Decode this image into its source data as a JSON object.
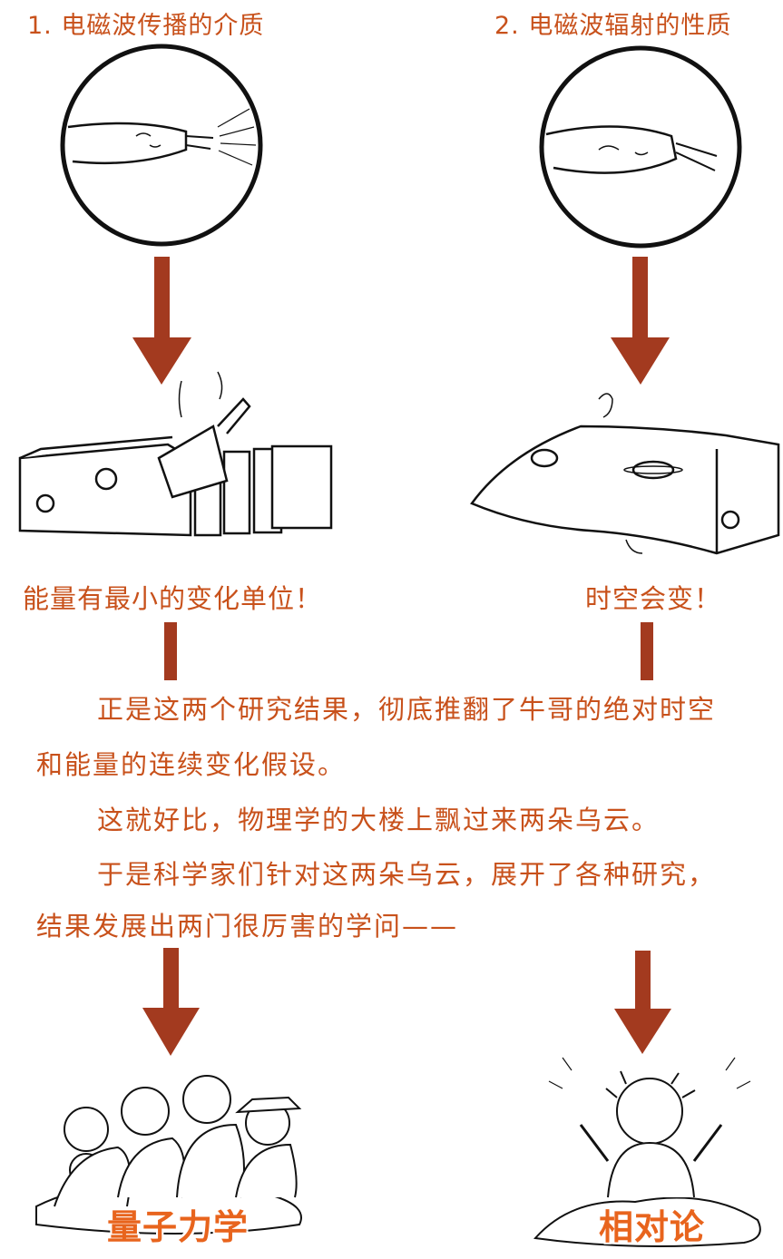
{
  "colors": {
    "accent": "#c8511b",
    "arrow": "#a33a1f",
    "label": "#e8641d",
    "ink": "#1a1a1a"
  },
  "left": {
    "heading": "1. 电磁波传播的介质",
    "caption": "能量有最小的变化单位！",
    "result_label": "量子力学"
  },
  "right": {
    "heading": "2. 电磁波辐射的性质",
    "caption": "时空会变！",
    "result_label": "相对论"
  },
  "paragraph": {
    "line1": "正是这两个研究结果，彻底推翻了牛哥的绝对时空",
    "line2": "和能量的连续变化假设。",
    "line3": "这就好比，物理学的大楼上飘过来两朵乌云。",
    "line4": "于是科学家们针对这两朵乌云，展开了各种研究，",
    "line5": "结果发展出两门很厉害的学问——"
  }
}
